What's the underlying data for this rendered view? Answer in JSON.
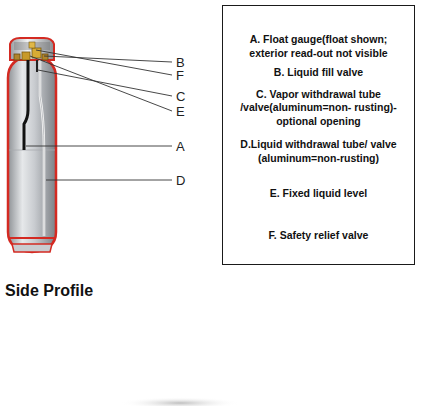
{
  "diagram": {
    "caption": "Side Profile",
    "nodes": [
      {
        "text": [
          "A. Float gauge(float shown; exterior read-out not visible",
          "B. Liquid fill valve",
          "C. Vapor withdrawal tube /valve(aluminum=non- rusting)-optional opening",
          "D.Liquid withdrawal tube/ valve (aluminum=non-rusting)",
          "E. Fixed liquid level",
          "F. Safety relief valve"
        ]
      }
    ],
    "labels": [
      "B",
      "F",
      "C",
      "E",
      "A",
      "D"
    ]
  }
}
